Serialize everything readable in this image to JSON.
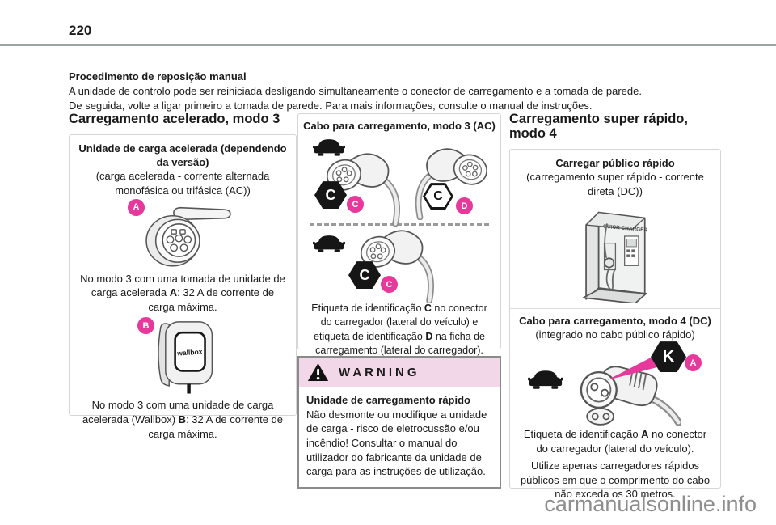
{
  "colors": {
    "accent_pink": "#e6399b",
    "warning_header_bg": "#f2d7e9",
    "warning_border": "#8a8a8a",
    "rule_gray": "#9aa3a0",
    "card_border": "#d6d6d6",
    "watermark_gray": "#8e8e8e"
  },
  "page": {
    "number": "220",
    "watermark": "carmanualsonline.info"
  },
  "intro": {
    "title": "Procedimento de reposição manual",
    "line1": "A unidade de controlo pode ser reiniciada desligando simultaneamente o conector de carregamento e a tomada de parede.",
    "line2": "De seguida, volte a ligar primeiro a tomada de parede. Para mais informações, consulte o manual de instruções."
  },
  "left": {
    "heading": "Carregamento acelerado, modo 3",
    "card_title": "Unidade de carga acelerada (dependendo da versão)",
    "card_subtitle": "(carga acelerada - corrente alternada monofásica ou trifásica (AC))",
    "badge_a": "A",
    "badge_b": "B",
    "wallbox_label": "wallbox",
    "caption_a": {
      "pre": "No modo 3 com uma tomada de unidade de carga acelerada ",
      "bold": "A",
      "post": ": 32 A de corrente de carga máxima."
    },
    "caption_b": {
      "pre": "No modo 3 com uma unidade de carga acelerada (Wallbox) ",
      "bold": "B",
      "post": ": 32 A de corrente de carga máxima."
    }
  },
  "middle": {
    "card_title": "Cabo para carregamento, modo 3 (AC)",
    "hex_top_left": {
      "letter": "C",
      "badge": "C"
    },
    "hex_top_right": {
      "letter": "C",
      "badge": "D"
    },
    "hex_bottom": {
      "letter": "C",
      "badge": "C"
    },
    "caption": {
      "s1": "Etiqueta de identificação ",
      "b1": "C",
      "s2": " no conector do carregador (lateral do veículo) e etiqueta de identificação ",
      "b2": "D",
      "s3": " na ficha de carregamento (lateral do carregador)."
    }
  },
  "warning": {
    "header": "WARNING",
    "title": "Unidade de carregamento rápido",
    "body": "Não desmonte ou modifique a unidade de carga - risco de eletrocussão e/ou incêndio! Consultar o manual do utilizador do fabricante da unidade de carga para as instruções de utilização."
  },
  "right": {
    "heading": "Carregamento super rápido, modo 4",
    "sec1_title": "Carregar público rápido",
    "sec1_subtitle": "(carregamento super rápido - corrente direta (DC))",
    "charger_label": "QUICK CHARGER",
    "sec2_title": "Cabo para carregamento, modo 4 (DC)",
    "sec2_subtitle": "(integrado no cabo público rápido)",
    "hex": {
      "letter": "K",
      "badge": "A"
    },
    "caption1": {
      "s1": "Etiqueta de identificação ",
      "b1": "A",
      "s2": " no conector do carregador (lateral do veículo)."
    },
    "caption2": "Utilize apenas carregadores rápidos públicos em que o comprimento do cabo não exceda os 30 metros."
  }
}
